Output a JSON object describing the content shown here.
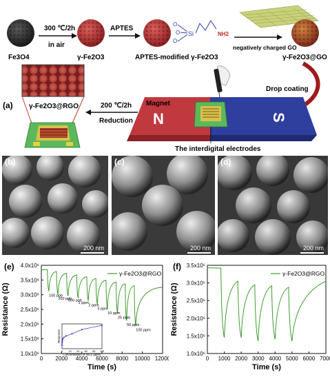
{
  "schematic": {
    "labels": {
      "fe3o4": "Fe3O4",
      "step1_top": "300 ℃/2h",
      "step1_bottom": "in air",
      "gfe2o3": "γ-Fe2O3",
      "step2": "APTES",
      "aptes_modified": "APTES-modified γ-Fe2O3",
      "si": "Si",
      "nh2": "NH2",
      "o": "O",
      "go": "negatively charged GO",
      "gfe2o3_go": "γ-Fe2O3@GO",
      "drop_coating": "Drop coating",
      "panel_a": "(a)",
      "magnet": "Magnet",
      "n": "N",
      "s": "S",
      "reduction_top": "200 ℃/2h",
      "reduction_bottom": "Reduction",
      "gfe2o3_rgo": "γ-Fe2O3@RGO",
      "electrodes": "The interdigital electrodes"
    },
    "colors": {
      "sphere_dark": "#2e2e2e",
      "sphere_red": "#c23a3a",
      "arrow_red": "#9e1b1b",
      "magnet_n": "#c0393f",
      "magnet_s": "#2f3f9e",
      "substrate_green": "#5cb85c",
      "electrode_gold": "#d8c24a",
      "go_sheet": "#c9d27a"
    }
  },
  "sem": [
    {
      "letter": "(b)",
      "scale": "200 nm"
    },
    {
      "letter": "(c)",
      "scale": "200 nm"
    },
    {
      "letter": "(d)",
      "scale": "200 nm"
    }
  ],
  "chart_data": [
    {
      "panel": "(e)",
      "type": "line",
      "xlabel": "Time (s)",
      "ylabel": "Resistance (Ω)",
      "xlim": [
        0,
        12000
      ],
      "ylim": [
        1000000,
        4000000
      ],
      "xticks": [
        "0",
        "2000",
        "4000",
        "6000",
        "8000",
        "10000",
        "12000"
      ],
      "yticks": [
        "1.0x10⁶",
        "1.5x10⁶",
        "2.0x10⁶",
        "2.5x10⁶",
        "3.0x10⁶",
        "3.5x10⁶",
        "4.0x10⁶"
      ],
      "legend": "γ-Fe2O3@RGO",
      "series_color": "#3c9a2c",
      "baseline": 3850000,
      "pulses": [
        {
          "t": 600,
          "min": 3120000,
          "label": "100 ppb"
        },
        {
          "t": 1500,
          "min": 3010000,
          "label": "200 ppb"
        },
        {
          "t": 2500,
          "min": 2960000,
          "label": "500 ppb"
        },
        {
          "t": 3500,
          "min": 2880000,
          "label": "1 ppm"
        },
        {
          "t": 4500,
          "min": 2790000,
          "label": "2 ppm"
        },
        {
          "t": 5400,
          "min": 2680000,
          "label": "5 ppm"
        },
        {
          "t": 6400,
          "min": 2520000,
          "label": "10 ppm"
        },
        {
          "t": 7400,
          "min": 2370000,
          "label": "25 ppm"
        },
        {
          "t": 8300,
          "min": 2120000,
          "label": "50 ppm"
        },
        {
          "t": 9200,
          "min": 1950000,
          "label": "100 ppm"
        }
      ],
      "inset": {
        "xlabel": "Concentration of NO2 (ppm)",
        "ylabel": "Response",
        "xticks": [
          "0",
          "20",
          "40",
          "60",
          "80",
          "100"
        ],
        "x": [
          0.1,
          0.2,
          0.5,
          1,
          2,
          5,
          10,
          25,
          50,
          100
        ],
        "y": [
          0.2,
          0.23,
          0.25,
          0.27,
          0.29,
          0.31,
          0.33,
          0.36,
          0.42,
          0.48
        ]
      }
    },
    {
      "panel": "(f)",
      "type": "line",
      "xlabel": "Time (s)",
      "ylabel": "Resistance (Ω)",
      "xlim": [
        0,
        7000
      ],
      "ylim": [
        1000000,
        3500000
      ],
      "xticks": [
        "0",
        "1000",
        "2000",
        "3000",
        "4000",
        "5000",
        "6000",
        "7000"
      ],
      "yticks": [
        "1.0x10⁶",
        "1.5x10⁶",
        "2.0x10⁶",
        "2.5x10⁶",
        "3.0x10⁶",
        "3.5x10⁶"
      ],
      "legend": "γ-Fe2O3@RGO",
      "series_color": "#3c9a2c",
      "cycles": [
        {
          "on": 800,
          "off": 1000,
          "peak": 3420000,
          "min": 1450000
        },
        {
          "on": 1800,
          "off": 2000,
          "peak": 3050000,
          "min": 1450000
        },
        {
          "on": 2800,
          "off": 3000,
          "peak": 2950000,
          "min": 1350000
        },
        {
          "on": 3800,
          "off": 4000,
          "peak": 2920000,
          "min": 1400000
        },
        {
          "on": 4800,
          "off": 5000,
          "peak": 2880000,
          "min": 1350000
        }
      ],
      "end_value": 3050000
    }
  ]
}
